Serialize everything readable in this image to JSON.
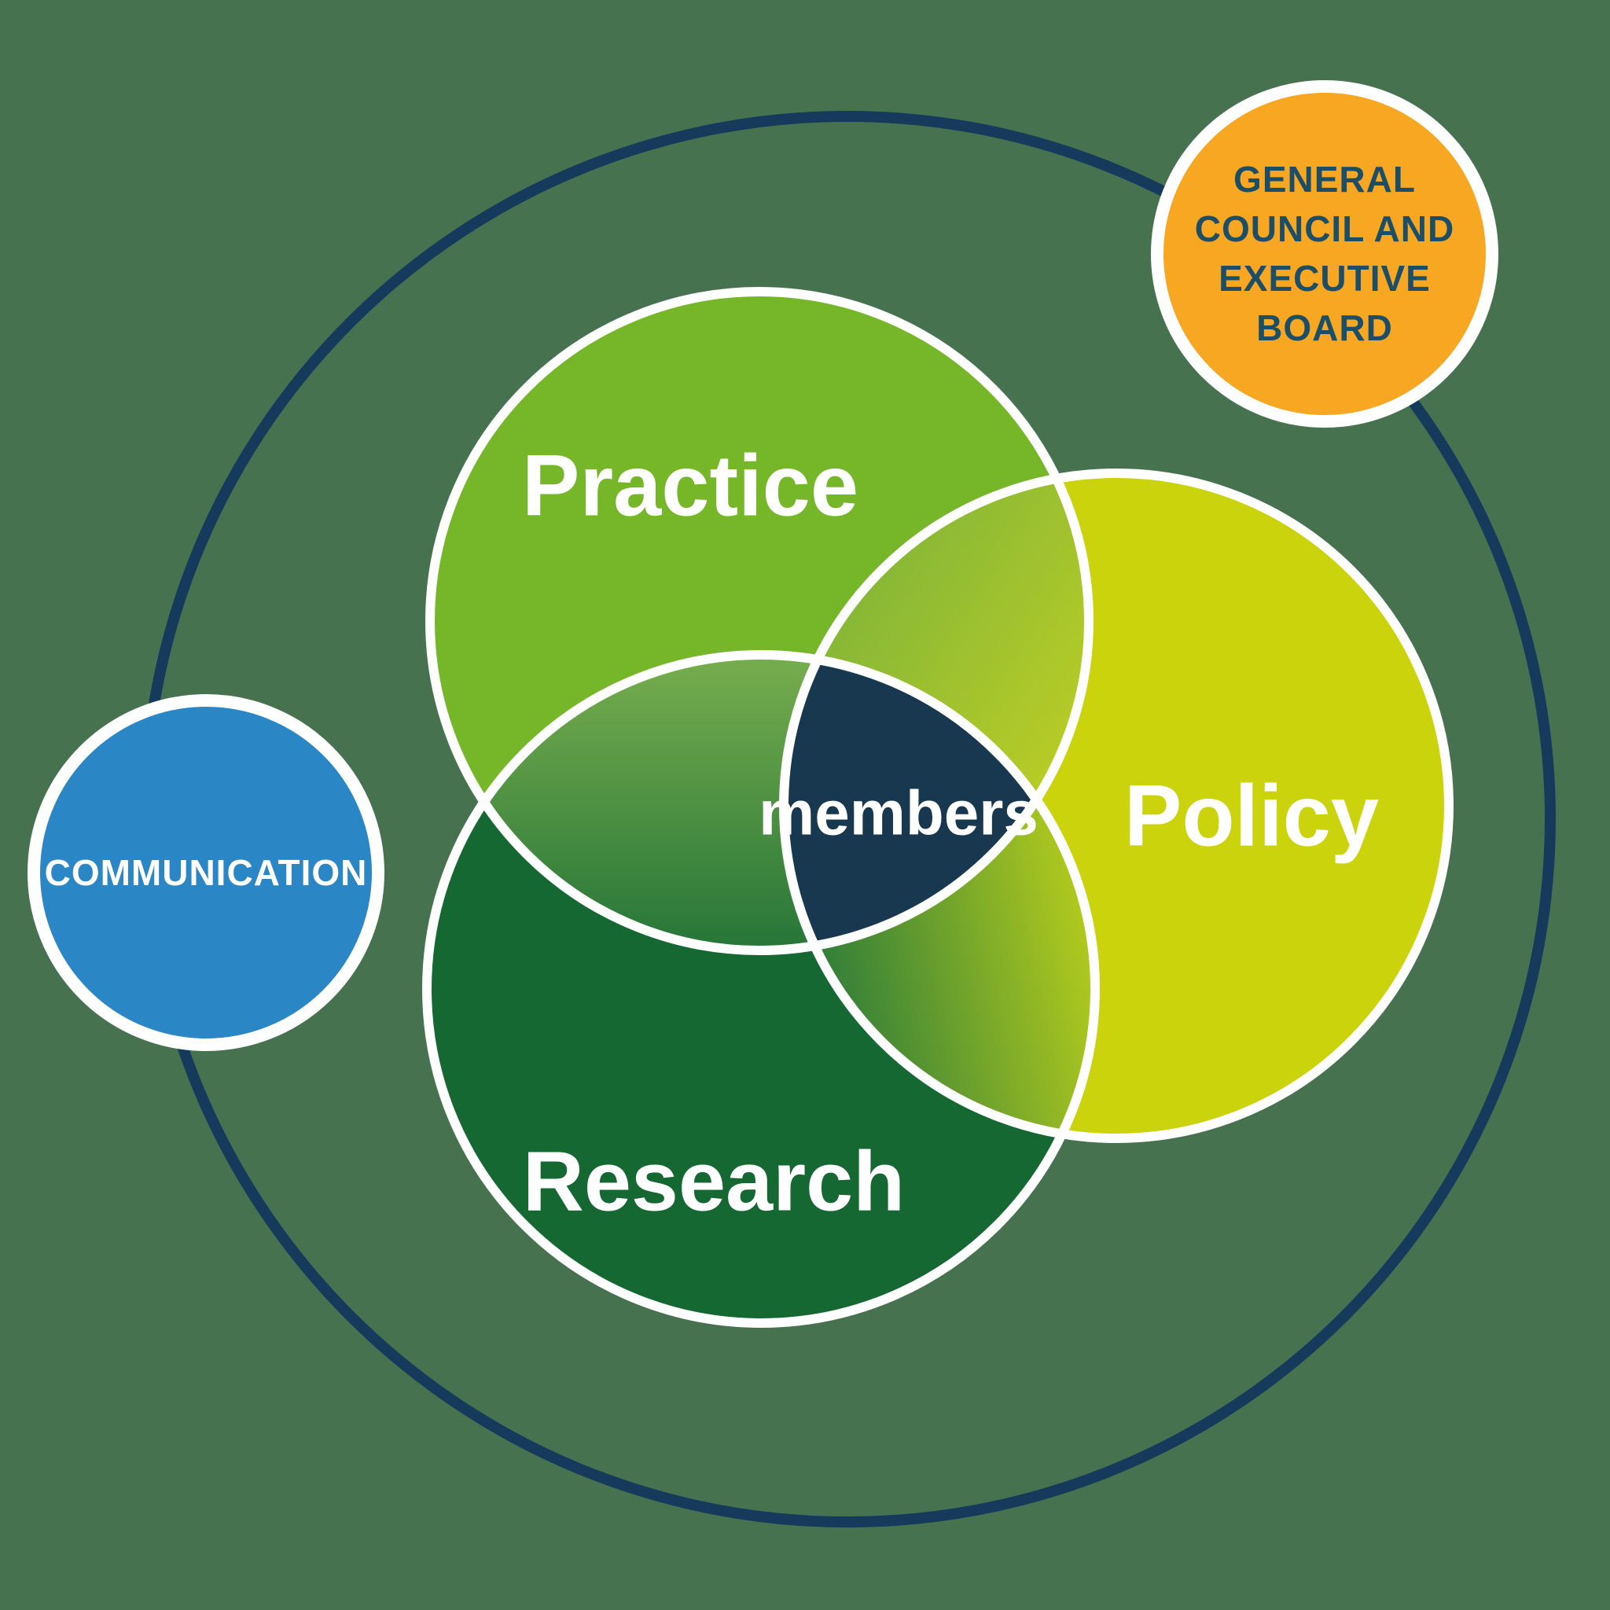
{
  "colors": {
    "background": "#47724F",
    "outer_ring": "#163A5C",
    "outline_white": "#FFFFFF"
  },
  "venn": {
    "practice": {
      "label": "Practice",
      "color": "#76B72A"
    },
    "policy": {
      "label": "Policy",
      "color": "#CBD30C"
    },
    "research": {
      "label": "Research",
      "color": "#156832"
    },
    "members": {
      "label": "members",
      "color": "#17384F"
    },
    "overlaps": {
      "practice_policy": {
        "from": "#7FB43A",
        "to": "#BCCE24"
      },
      "practice_research": {
        "from": "#74AB4D",
        "to": "#1E7036"
      },
      "research_policy": {
        "from": "#2B7A3B",
        "to": "#C3D41A"
      }
    }
  },
  "governance": {
    "lines": [
      "GENERAL",
      "COUNCIL AND",
      "EXECUTIVE",
      "BOARD"
    ],
    "color": "#F7A721",
    "text_color": "#1C4E68"
  },
  "communication": {
    "label": "COMMUNICATION",
    "color": "#2A86C5",
    "text_color": "#FFFFFF"
  }
}
